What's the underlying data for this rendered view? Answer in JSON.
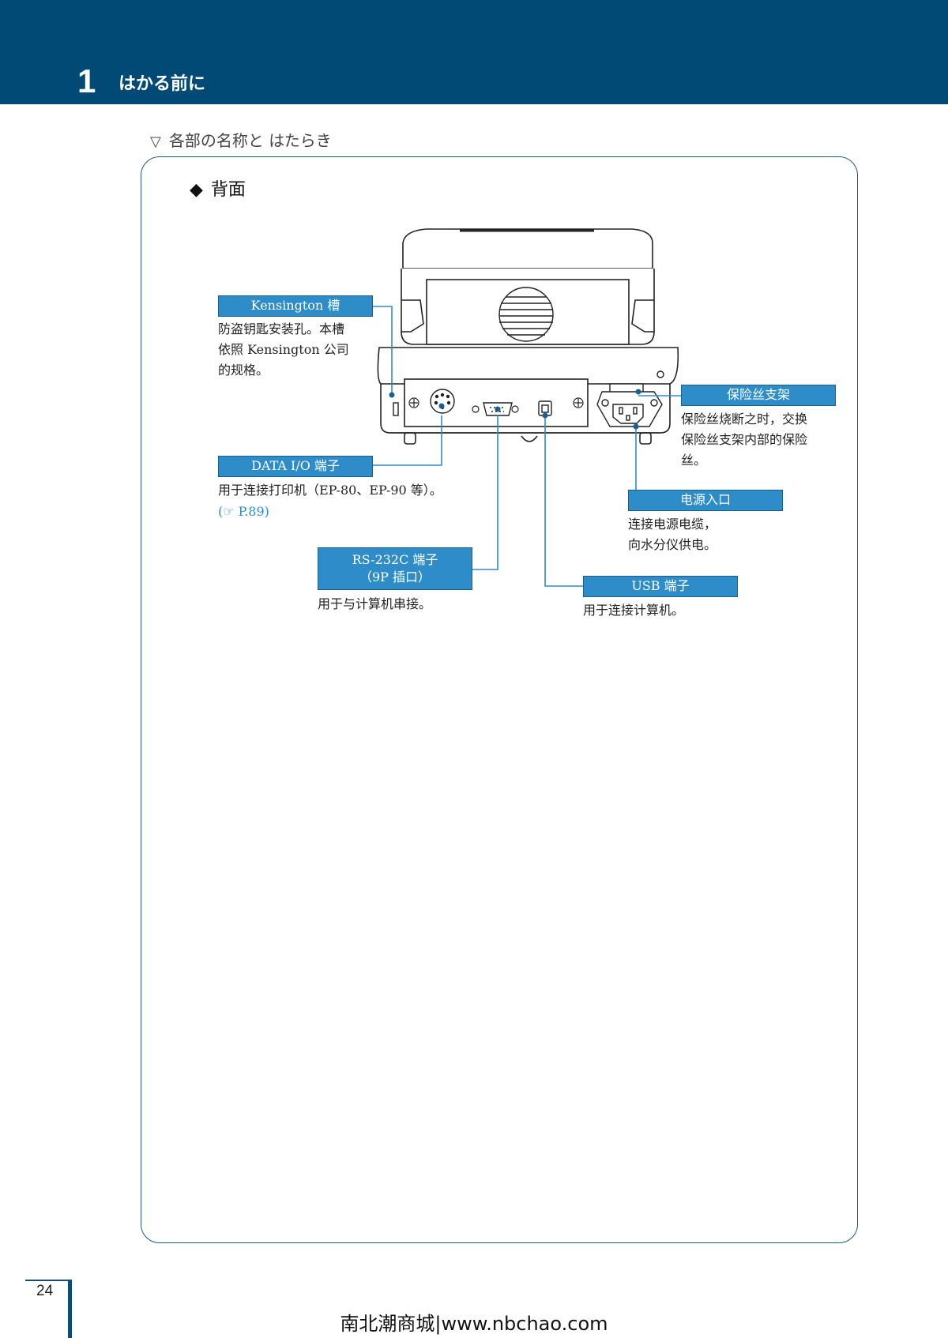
{
  "header": {
    "chapter_number": "1",
    "chapter_title": "はかる前に"
  },
  "section": {
    "marker": "▽",
    "title": "各部の名称と はたらき"
  },
  "subsection": {
    "marker": "◆",
    "title": "背面"
  },
  "callouts": {
    "kensington": {
      "label": "Kensington 槽",
      "description": "防盗钥匙安装孔。本槽\n依照 Kensington 公司\n的规格。"
    },
    "data_io": {
      "label": "DATA I/O 端子",
      "description": "用于连接打印机（EP-80、EP-90 等）。",
      "reference": "(☞ P.89)"
    },
    "rs232c": {
      "label_line1": "RS-232C 端子",
      "label_line2": "（9P 插口）",
      "description": "用于与计算机串接。"
    },
    "usb": {
      "label": "USB 端子",
      "description": "用于连接计算机。"
    },
    "fuse_holder": {
      "label": "保险丝支架",
      "description": "保险丝烧断之时，交换\n保险丝支架内部的保险\n丝。"
    },
    "power_inlet": {
      "label": "电源入口",
      "description": "连接电源电缆，\n向水分仪供电。"
    }
  },
  "footer": {
    "page_number": "24",
    "site": "南北潮商城|www.nbchao.com"
  },
  "colors": {
    "header_band": "#004a75",
    "callout_fill": "#2e8dc8",
    "frame_border": "#1e5a82"
  }
}
